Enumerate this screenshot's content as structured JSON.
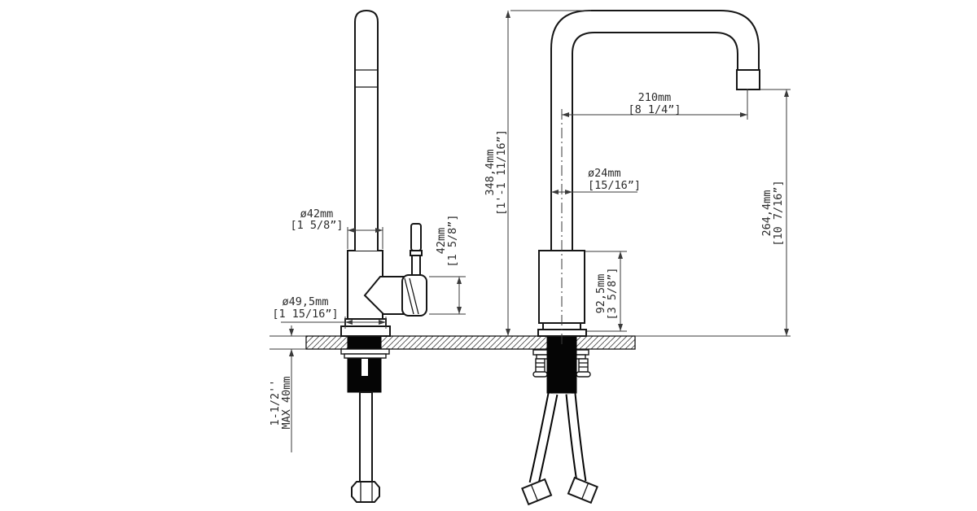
{
  "drawing": {
    "kind": "faucet-dimension-drawing",
    "background": "#ffffff",
    "line_color": "#161616",
    "dim_color": "#3a3a3a"
  },
  "dims": {
    "body_diameter": {
      "metric": "ø42mm",
      "imperial": "[1 5/8”]"
    },
    "handle_height": {
      "metric": "42mm",
      "imperial": "[1 5/8”]"
    },
    "base_diameter": {
      "metric": "ø49,5mm",
      "imperial": "[1 15/16”]"
    },
    "deck_thickness": {
      "line1": "1-1/2''",
      "line2": "MAX 40mm"
    },
    "total_height": {
      "metric": "348,4mm",
      "imperial": "[1'-1 11/16”]"
    },
    "spout_reach": {
      "metric": "210mm",
      "imperial": "[8 1/4”]"
    },
    "tube_diameter": {
      "metric": "ø24mm",
      "imperial": "[15/16”]"
    },
    "body_height": {
      "metric": "92,5mm",
      "imperial": "[3 5/8”]"
    },
    "spout_clearance": {
      "metric": "264,4mm",
      "imperial": "[10 7/16”]"
    }
  }
}
